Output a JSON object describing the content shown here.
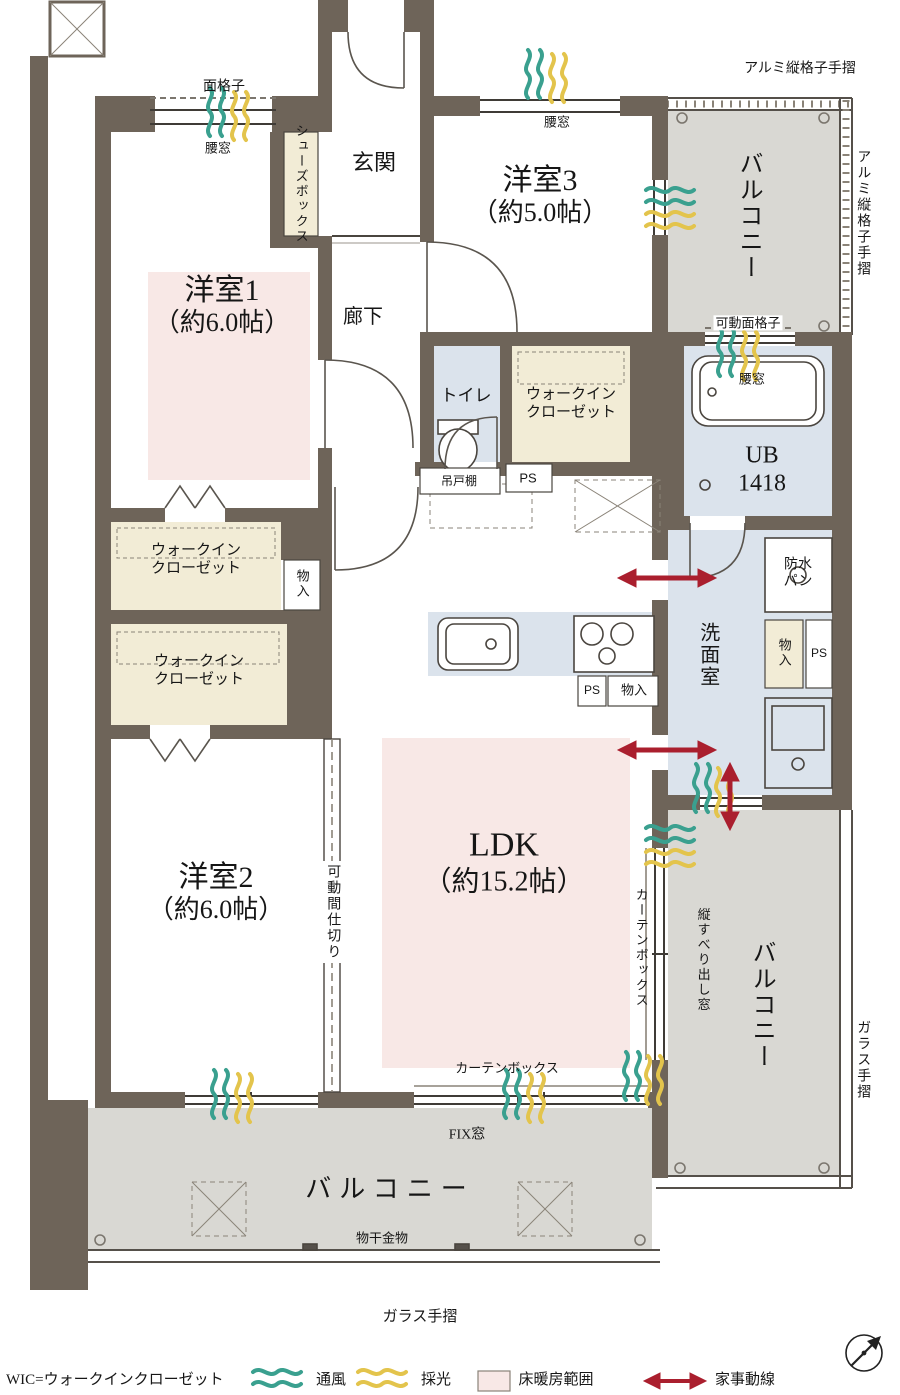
{
  "rooms": {
    "room1": {
      "name": "洋室1",
      "size": "（約6.0帖）"
    },
    "room2": {
      "name": "洋室2",
      "size": "（約6.0帖）"
    },
    "room3": {
      "name": "洋室3",
      "size": "（約5.0帖）"
    },
    "ldk": {
      "name": "LDK",
      "size": "（約15.2帖）"
    },
    "entrance": "玄関",
    "hallway": "廊下",
    "toilet": "トイレ",
    "wic_line1": "ウォークイン",
    "wic_line2": "クローゼット",
    "shoes_box": "シューズボックス",
    "unit_bath_line1": "UB",
    "unit_bath_line2": "1418",
    "washroom": "洗面室",
    "waterproof_pan_line1": "防水",
    "waterproof_pan_line2": "パン",
    "storage": "物入",
    "ps": "PS",
    "hanging_cupboard": "吊戸棚",
    "balcony": "バルコニー"
  },
  "annotations": {
    "waist_window": "腰窓",
    "window_grate": "面格子",
    "movable_window_grate": "可動面格子",
    "aluminum_lattice_handrail": "アルミ縦格子手摺",
    "glass_handrail": "ガラス手摺",
    "fix_window": "FIX窓",
    "curtain_box": "カーテンボックス",
    "vertical_sliding_window": "縦すべり出し窓",
    "movable_partition": "可動間仕切り",
    "laundry_hardware": "物干金物"
  },
  "legend": {
    "wic_note": "WIC=ウォークインクローゼット",
    "ventilation": "通風",
    "daylight": "採光",
    "floor_heating": "床暖房範囲",
    "housework_line": "家事動線"
  },
  "colors": {
    "wall": "#6e6459",
    "balcony": "#d9d8d3",
    "water_area": "#dbe3ec",
    "closet": "#f2ecd6",
    "floor_heating": "#f8e8e6",
    "ventilation": "#3aa08f",
    "daylight": "#e3c44c",
    "housework": "#aa1f2e"
  }
}
